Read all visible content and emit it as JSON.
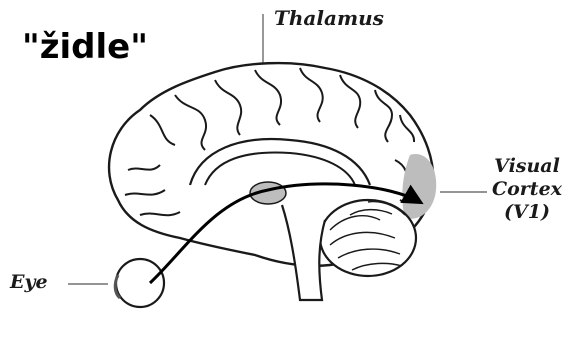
{
  "title": "\"židle\"",
  "labels": {
    "thalamus": "Thalamus",
    "eye": "Eye",
    "visual_cortex_line1": "Visual",
    "visual_cortex_line2": "Cortex",
    "visual_cortex_line3": "(V1)"
  },
  "colors": {
    "ink": "#1a1a1a",
    "region_fill": "#bdbdbd",
    "pathway": "#000000"
  }
}
